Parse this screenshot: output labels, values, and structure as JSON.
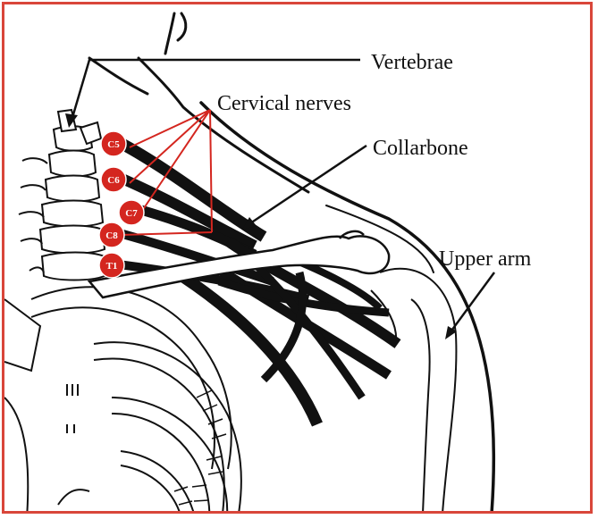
{
  "labels": {
    "vertebrae": "Vertebrae",
    "cervical_nerves": "Cervical nerves",
    "collarbone": "Collarbone",
    "upper_arm": "Upper arm"
  },
  "nerve_roots": [
    "C5",
    "C6",
    "C7",
    "C8",
    "T1"
  ],
  "colors": {
    "frame": "#d9463a",
    "badge": "#d4261f",
    "callout": "#d4261f",
    "ink": "#111111"
  }
}
